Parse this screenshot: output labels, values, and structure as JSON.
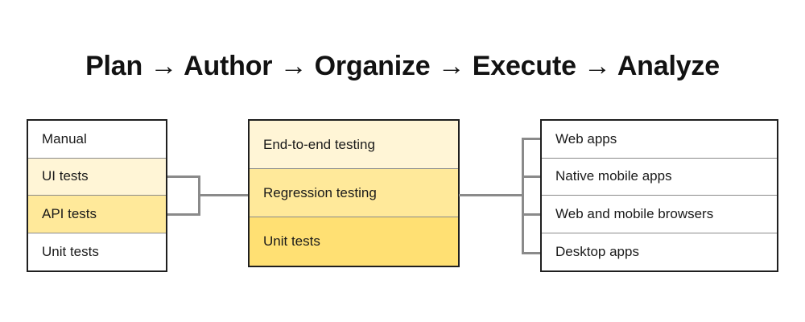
{
  "title": "Plan → Author → Organize → Execute → Analyze",
  "colors": {
    "page_background": "#ffffff",
    "text": "#1a1a1a",
    "title_text": "#121212",
    "box_border": "#1f1f1f",
    "row_divider": "#8a8a8a",
    "connector": "#8a8a8a",
    "fill_white": "#ffffff",
    "fill_yellow_light": "#fff5d6",
    "fill_yellow_medium": "#ffe99a",
    "fill_yellow_strong": "#ffe073"
  },
  "columns": {
    "test_types": {
      "name": "test-types",
      "rows": [
        {
          "label": "Manual",
          "fill": "#ffffff"
        },
        {
          "label": "UI tests",
          "fill": "#fff5d6"
        },
        {
          "label": "API tests",
          "fill": "#ffe99a"
        },
        {
          "label": "Unit tests",
          "fill": "#ffffff"
        }
      ]
    },
    "test_levels": {
      "name": "test-levels",
      "rows": [
        {
          "label": "End-to-end testing",
          "fill": "#fff5d6"
        },
        {
          "label": "Regression testing",
          "fill": "#ffe99a"
        },
        {
          "label": "Unit tests",
          "fill": "#ffe073"
        }
      ]
    },
    "test_targets": {
      "name": "test-targets",
      "rows": [
        {
          "label": "Web apps",
          "fill": "#ffffff"
        },
        {
          "label": "Native mobile apps",
          "fill": "#ffffff"
        },
        {
          "label": "Web and mobile browsers",
          "fill": "#ffffff"
        },
        {
          "label": "Desktop apps",
          "fill": "#ffffff"
        }
      ]
    }
  },
  "connectors": {
    "left_bracket": {
      "name": "bracket-test-types-to-levels",
      "from_rows": [
        "UI tests",
        "API tests"
      ],
      "to_row": "Regression testing"
    },
    "right_bracket": {
      "name": "bracket-levels-to-targets",
      "from_row": "Regression testing",
      "to_rows": [
        "Web apps",
        "Native mobile apps",
        "Web and mobile browsers",
        "Desktop apps"
      ]
    }
  }
}
